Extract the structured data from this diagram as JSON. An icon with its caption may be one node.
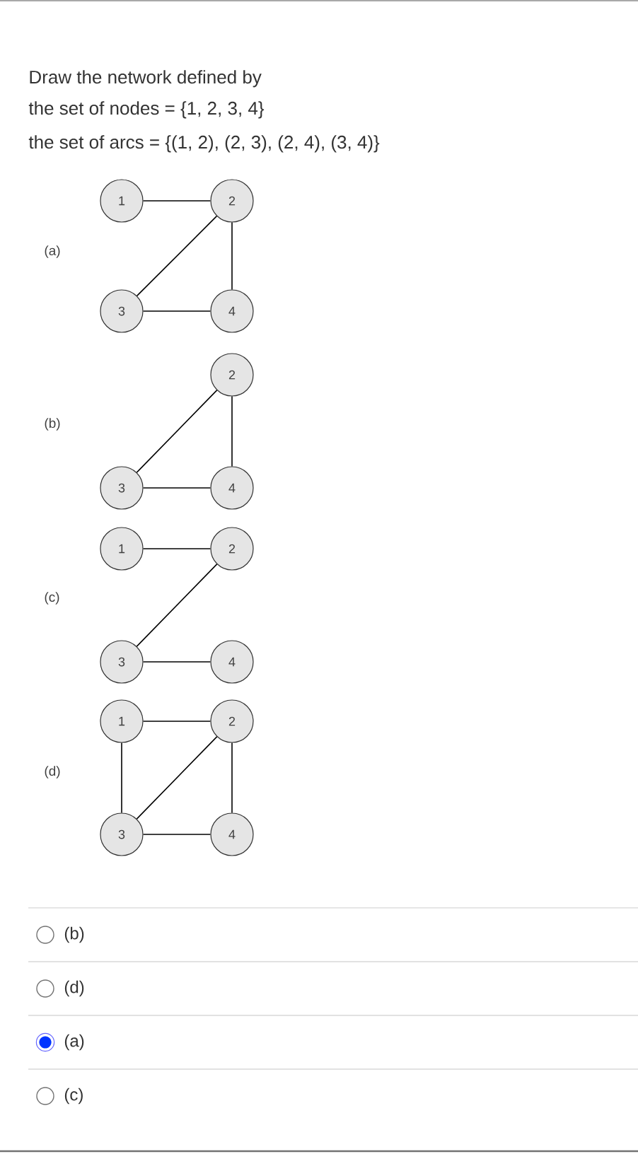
{
  "diagram": {
    "nodes": [
      {
        "text": [
          "1"
        ]
      },
      {
        "text": [
          "2"
        ]
      },
      {
        "text": [
          "3"
        ]
      },
      {
        "text": [
          "4"
        ]
      },
      {
        "text": [
          "2"
        ]
      },
      {
        "text": [
          "3"
        ]
      },
      {
        "text": [
          "4"
        ]
      },
      {
        "text": [
          "1"
        ]
      },
      {
        "text": [
          "2"
        ]
      },
      {
        "text": [
          "3"
        ]
      },
      {
        "text": [
          "4"
        ]
      },
      {
        "text": [
          "1"
        ]
      },
      {
        "text": [
          "2"
        ]
      },
      {
        "text": [
          "3"
        ]
      },
      {
        "text": [
          "4"
        ]
      }
    ],
    "edges": [
      {
        "from": 0,
        "to": 1,
        "arrow": "none"
      },
      {
        "from": 1,
        "to": 2,
        "arrow": "none"
      },
      {
        "from": 1,
        "to": 3,
        "arrow": "none"
      },
      {
        "from": 2,
        "to": 3,
        "arrow": "none"
      },
      {
        "from": 4,
        "to": 5,
        "arrow": "none"
      },
      {
        "from": 4,
        "to": 6,
        "arrow": "none"
      },
      {
        "from": 5,
        "to": 6,
        "arrow": "none"
      },
      {
        "from": 7,
        "to": 8,
        "arrow": "none"
      },
      {
        "from": 8,
        "to": 9,
        "arrow": "none"
      },
      {
        "from": 9,
        "to": 10,
        "arrow": "none"
      },
      {
        "from": 11,
        "to": 12,
        "arrow": "none"
      },
      {
        "from": 11,
        "to": 13,
        "arrow": "none"
      },
      {
        "from": 12,
        "to": 13,
        "arrow": "none"
      },
      {
        "from": 12,
        "to": 14,
        "arrow": "none"
      },
      {
        "from": 13,
        "to": 14,
        "arrow": "none"
      }
    ],
    "labels": [
      "Draw the network defined by",
      "the set of nodes = {1, 2, 3, 4}",
      "the set of arcs = {(1, 2), (2, 3), (2, 4), (3, 4)}",
      "(a)",
      "(b)",
      "(c)",
      "(d)",
      "(b)",
      "(d)",
      "(a)",
      "(c)"
    ]
  }
}
